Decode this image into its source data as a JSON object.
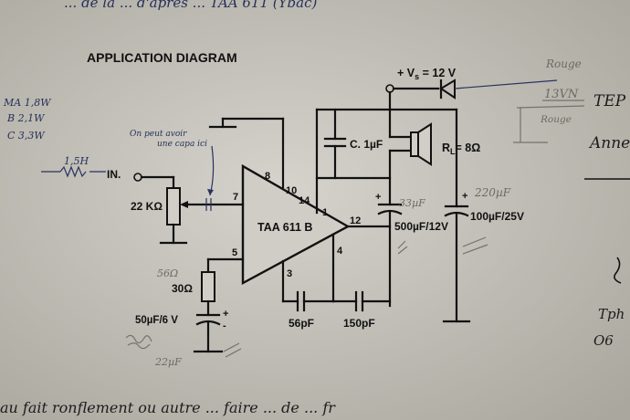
{
  "document": {
    "heading": "APPLICATION DIAGRAM",
    "top_scrawl": "... de la ... d'apres ... TAA 611 (Ybac)",
    "bottom_scrawl": "au fait ronflement ou autre ... faire ... de ... fr"
  },
  "circuit": {
    "ic_label": "TAA 611 B",
    "pins": {
      "p1": "1",
      "p3": "3",
      "p4": "4",
      "p5": "5",
      "p7": "7",
      "p8": "8",
      "p10": "10",
      "p12": "12",
      "p14": "14"
    },
    "supply": "+ V",
    "supply_sub": "s",
    "supply_value": " = 12 V",
    "input_label": "IN.",
    "pot_label": "22 KΩ",
    "r5_label": "30Ω",
    "c5_label": "50µF/6 V",
    "c5_plus": "+",
    "c5_minus": "-",
    "c_decoupling_label": "C. 1µF",
    "c_out_label": "500µF/12V",
    "c_out_plus": "+",
    "c_supply_label": "100µF/25V",
    "c_supply_plus": "+",
    "c3_label": "56pF",
    "c4_label": "150pF",
    "rl_label": "R",
    "rl_sub": "L",
    "rl_value": "= 8Ω"
  },
  "annotations": {
    "left_list": [
      "MA 1,8W",
      "B  2,1W",
      "C  3,3W"
    ],
    "resistor_note": "1,5H",
    "note_line1": "On peut avoir",
    "note_line2": "une capa ici",
    "r5_note": "56Ω",
    "c5_note": "22µF",
    "c_out_note": "33µF",
    "c_supply_note": "220µF",
    "rouge": "Rouge",
    "volt": "13VN",
    "rouge_lower": "Rouge"
  },
  "margin_text": {
    "tep": "TEP",
    "anne": "Anne",
    "tph": "Tph",
    "o6": "O6"
  },
  "colors": {
    "paper": "#c9c7bf",
    "print": "#111111",
    "pen": "#26305a",
    "pencil": "#6d6a62"
  }
}
